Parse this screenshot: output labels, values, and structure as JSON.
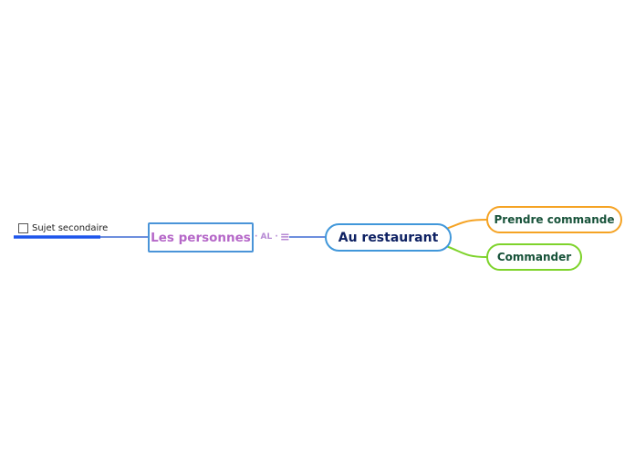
{
  "app": {
    "background": "#ffffff"
  },
  "mindmap": {
    "nodes": {
      "sujet_secondaire": {
        "label": "Sujet secondaire",
        "checkbox_checked": false,
        "label_color": "#222222",
        "line_color": "#1d55ec"
      },
      "les_personnes": {
        "label": "Les personnes",
        "text_color": "#b567c8",
        "border_color": "#4a94d8"
      },
      "au_restaurant": {
        "label": "Au restaurant",
        "text_color": "#0e2163",
        "border_color": "#4097da"
      },
      "prendre_commande": {
        "label": "Prendre commande",
        "text_color": "#175239",
        "border_color": "#f5a324"
      },
      "commander": {
        "label": "Commander",
        "text_color": "#175239",
        "border_color": "#7ed32b"
      }
    },
    "badge": {
      "text": "· AL ·",
      "menu_icon": "≡",
      "color": "#b78ad4"
    },
    "connectors": {
      "blue": "#3d6ad2",
      "orange": "#f5a324",
      "green": "#7ed32b"
    }
  }
}
